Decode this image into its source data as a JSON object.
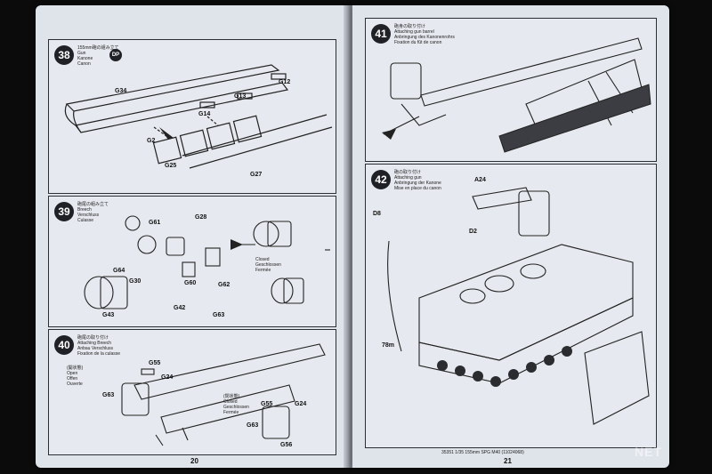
{
  "left_page": {
    "page_number": "20",
    "step38": {
      "number": "38",
      "caption": [
        "155mm砲の組み立て",
        "Gun",
        "Kanone",
        "Canon"
      ],
      "badge": "DP",
      "parts": [
        "G34",
        "G2",
        "G12",
        "G13",
        "G14",
        "G25",
        "G27"
      ]
    },
    "step39": {
      "number": "39",
      "caption": [
        "砲尾の組み立て",
        "Breech",
        "Verschluss",
        "Culasse"
      ],
      "parts": [
        "G28",
        "G61",
        "G64",
        "G30",
        "G60",
        "G62",
        "G42",
        "G43",
        "G63"
      ],
      "state_labels": [
        "Closed",
        "Geschlossen",
        "Fermée"
      ]
    },
    "step40": {
      "number": "40",
      "caption": [
        "砲尾の取り付け",
        "Attaching Breech",
        "Anbau Verschluss",
        "Fixation de la culasse"
      ],
      "open_labels": [
        "(開状態)",
        "Open",
        "Offen",
        "Ouverte"
      ],
      "closed_labels": [
        "(閉状態)",
        "Closed",
        "Geschlossen",
        "Fermée"
      ],
      "parts": [
        "G55",
        "G24",
        "G63",
        "G56"
      ]
    }
  },
  "right_page": {
    "page_number": "21",
    "step41": {
      "number": "41",
      "caption": [
        "砲身の取り付け",
        "Attaching gun barrel",
        "Anbringung des Kanonenrohrs",
        "Fixation du fût de canon"
      ]
    },
    "step42": {
      "number": "42",
      "caption": [
        "砲の取り付け",
        "Attaching gun",
        "Anbringung der Kanone",
        "Mise en place du canon"
      ],
      "parts": [
        "A24",
        "D8",
        "D2",
        "78m"
      ]
    },
    "footer": "35351 1/35 155mm SPG M40 (11024068)",
    "watermark": "NET"
  }
}
